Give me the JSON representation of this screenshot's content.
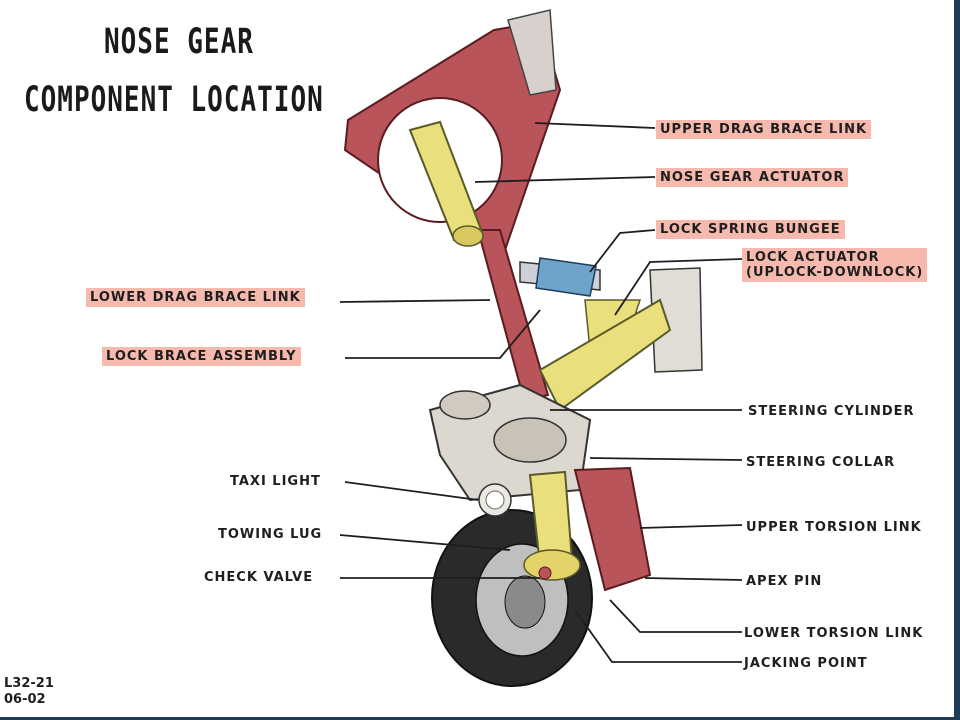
{
  "title": {
    "line1": "NOSE GEAR",
    "line2": "COMPONENT LOCATION"
  },
  "labels": {
    "upper_drag_brace_link": "UPPER DRAG BRACE LINK",
    "nose_gear_actuator": "NOSE GEAR ACTUATOR",
    "lock_spring_bungee": "LOCK SPRING BUNGEE",
    "lock_actuator_line1": "LOCK ACTUATOR",
    "lock_actuator_line2": "(UPLOCK-DOWNLOCK)",
    "lower_drag_brace_link": "LOWER DRAG BRACE LINK",
    "lock_brace_assembly": "LOCK BRACE ASSEMBLY",
    "steering_cylinder": "STEERING CYLINDER",
    "steering_collar": "STEERING COLLAR",
    "taxi_light": "TAXI LIGHT",
    "upper_torsion_link": "UPPER TORSION LINK",
    "towing_lug": "TOWING LUG",
    "check_valve": "CHECK VALVE",
    "apex_pin": "APEX PIN",
    "lower_torsion_link": "LOWER TORSION LINK",
    "jacking_point": "JACKING POINT"
  },
  "figure_code": {
    "line1": "L32-21",
    "line2": "06-02"
  },
  "colors": {
    "highlight": "#f6b9ad",
    "frame": "#a8484d",
    "actuator": "#e9df7c",
    "tire": "#2a2a2a",
    "border": "#1f3b57"
  }
}
